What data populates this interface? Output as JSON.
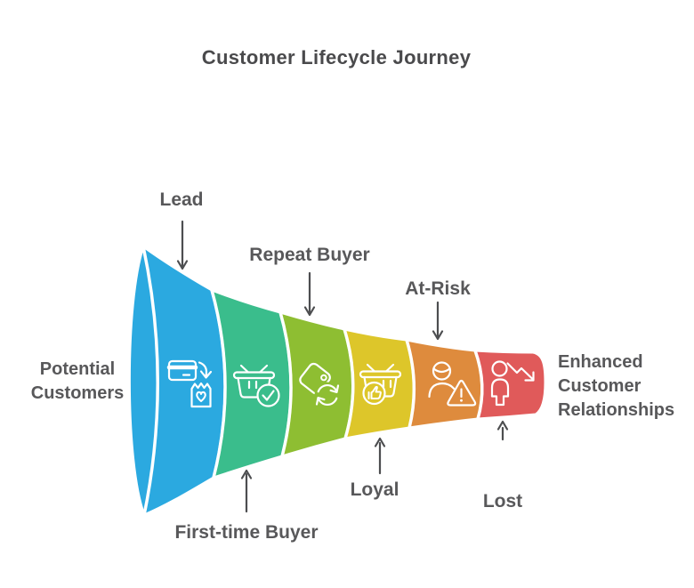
{
  "title": "Customer Lifecycle Journey",
  "entry_label": "Potential Customers",
  "exit_label": "Enhanced Customer Relationships",
  "stages": [
    {
      "label": "Lead",
      "label_position": "top",
      "color": "#2BA9E0",
      "icon": "credit-card-to-bag-icon"
    },
    {
      "label": "First-time Buyer",
      "label_position": "bottom",
      "color": "#3ABD8C",
      "icon": "basket-check-icon"
    },
    {
      "label": "Repeat Buyer",
      "label_position": "top",
      "color": "#8EBE32",
      "icon": "tag-refresh-icon"
    },
    {
      "label": "Loyal",
      "label_position": "bottom",
      "color": "#DDC62A",
      "icon": "basket-thumbs-up-icon"
    },
    {
      "label": "At-Risk",
      "label_position": "top",
      "color": "#DE8B3D",
      "icon": "person-warning-icon"
    },
    {
      "label": "Lost",
      "label_position": "bottom",
      "color": "#E05A5A",
      "icon": "person-trend-down-icon"
    }
  ],
  "colors": {
    "background": "#ffffff",
    "title_text": "#4a4a4c",
    "label_text": "#58585a",
    "arrow": "#4d4e50",
    "segment_separator": "#ffffff",
    "icon_stroke": "#ffffff"
  }
}
